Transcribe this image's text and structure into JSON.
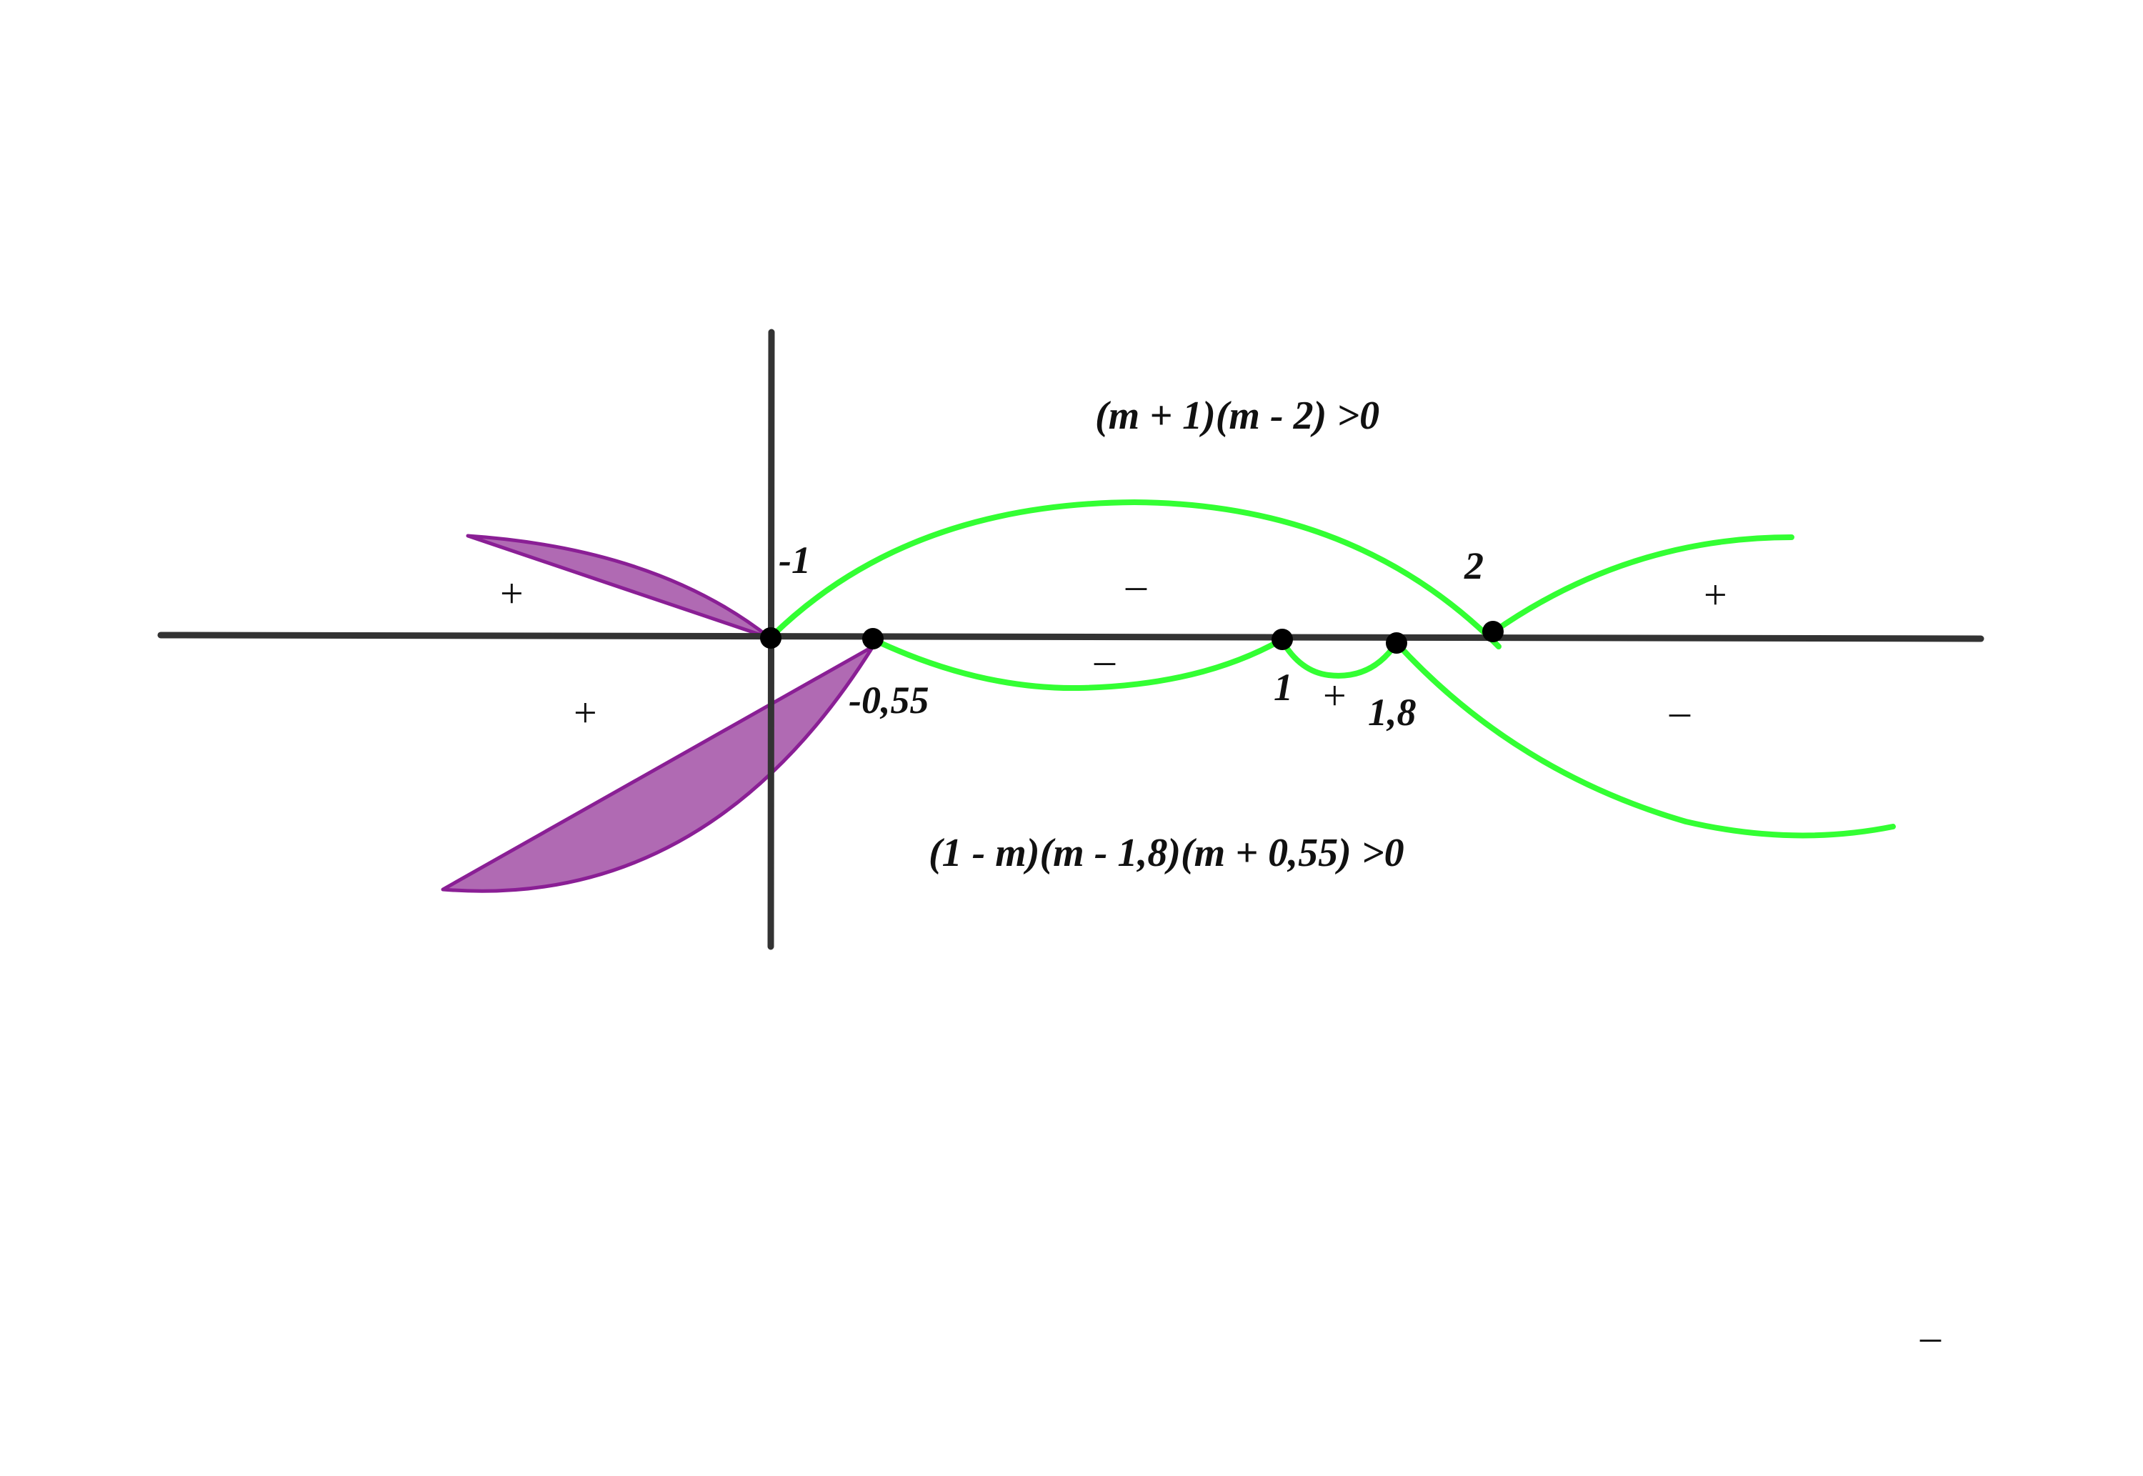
{
  "colors": {
    "axis": "#333333",
    "curve": "#33ff33",
    "region_fill": "#b06ab3",
    "region_stroke": "#8a1f95",
    "point": "#000000"
  },
  "formulas": {
    "upper": "(m + 1)(m - 2) >0",
    "lower": "(1 - m)(m - 1,8)(m + 0,55) >0"
  },
  "points": {
    "p_minus1": "-1",
    "p_minus055": "-0,55",
    "p_1": "1",
    "p_18": "1,8",
    "p_2": "2"
  },
  "upper_signs": {
    "left": "+",
    "middle": "–",
    "right": "+"
  },
  "lower_signs": {
    "left": "+",
    "between_055_1": "–",
    "between_1_18": "+",
    "right": "–",
    "far_bottom_right": "–"
  }
}
